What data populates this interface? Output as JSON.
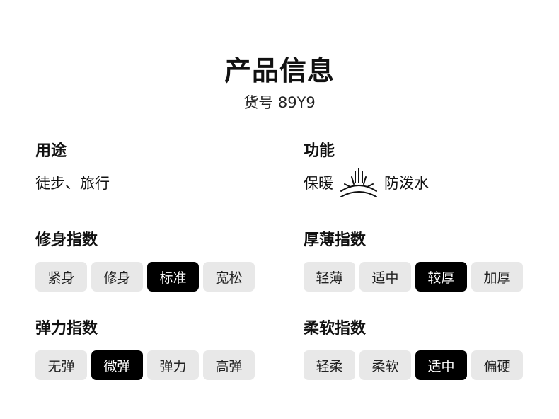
{
  "header": {
    "title": "产品信息",
    "subtitle": "货号 89Y9"
  },
  "usage": {
    "title": "用途",
    "text": "徒步、旅行"
  },
  "function": {
    "title": "功能",
    "item_left": "保暖",
    "icon": "water-repellent-icon",
    "item_right": "防泼水"
  },
  "fit_index": {
    "title": "修身指数",
    "options": [
      "紧身",
      "修身",
      "标准",
      "宽松"
    ],
    "selected": 2
  },
  "thickness_index": {
    "title": "厚薄指数",
    "options": [
      "轻薄",
      "适中",
      "较厚",
      "加厚"
    ],
    "selected": 2
  },
  "elastic_index": {
    "title": "弹力指数",
    "options": [
      "无弹",
      "微弹",
      "弹力",
      "高弹"
    ],
    "selected": 1
  },
  "softness_index": {
    "title": "柔软指数",
    "options": [
      "轻柔",
      "柔软",
      "适中",
      "偏硬"
    ],
    "selected": 2
  },
  "colors": {
    "active_bg": "#000000",
    "inactive_bg": "#e8e8e8",
    "active_text": "#ffffff",
    "inactive_text": "#222222"
  }
}
